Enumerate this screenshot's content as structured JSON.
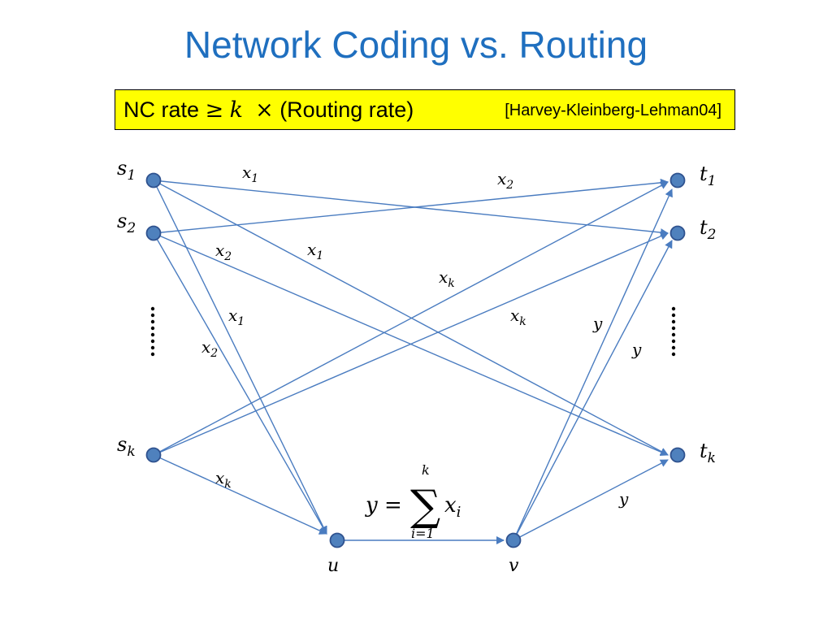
{
  "slide": {
    "title": "Network Coding vs. Routing",
    "theorem": {
      "prefix": "NC rate ",
      "geq": "≥",
      "k": "k",
      "times": "×",
      "suffix": " (Routing rate)",
      "citation": "[Harvey-Kleinberg-Lehman04]",
      "background": "#ffff00"
    }
  },
  "diagram": {
    "colors": {
      "edge": "#4a7cc0",
      "node_fill": "#4f81bd",
      "node_stroke": "#2f528f"
    },
    "nodes": [
      {
        "id": "s1",
        "base": "s",
        "sub": "1"
      },
      {
        "id": "s2",
        "base": "s",
        "sub": "2"
      },
      {
        "id": "sk",
        "base": "s",
        "sub": "k"
      },
      {
        "id": "t1",
        "base": "t",
        "sub": "1"
      },
      {
        "id": "t2",
        "base": "t",
        "sub": "2"
      },
      {
        "id": "tk",
        "base": "t",
        "sub": "k"
      },
      {
        "id": "u",
        "base": "u",
        "sub": ""
      },
      {
        "id": "v",
        "base": "v",
        "sub": ""
      }
    ],
    "edge_labels": [
      {
        "base": "x",
        "sub": "1"
      },
      {
        "base": "x",
        "sub": "2"
      },
      {
        "base": "x",
        "sub": "1"
      },
      {
        "base": "x",
        "sub": "2"
      },
      {
        "base": "x",
        "sub": "k"
      },
      {
        "base": "x",
        "sub": "k"
      },
      {
        "base": "x",
        "sub": "1"
      },
      {
        "base": "x",
        "sub": "2"
      },
      {
        "base": "x",
        "sub": "k"
      },
      {
        "base": "y",
        "sub": ""
      },
      {
        "base": "y",
        "sub": ""
      },
      {
        "base": "y",
        "sub": ""
      }
    ],
    "formula": {
      "lhs": "y",
      "eq": "=",
      "sigma": "∑",
      "upper": "k",
      "lower": "i=1",
      "term": "x",
      "term_sub": "i"
    },
    "ellipsis": "⋮"
  }
}
